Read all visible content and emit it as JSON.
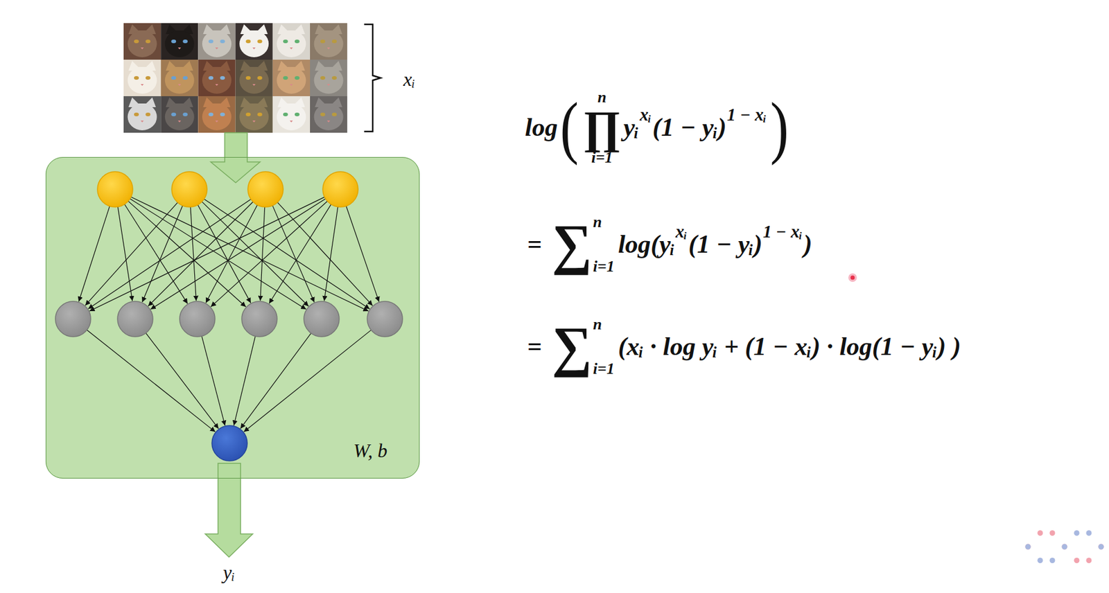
{
  "diagram": {
    "nodes": [
      {
        "text": [
          "W, b"
        ]
      }
    ],
    "edges": [],
    "labels": [
      "xᵢ",
      "yᵢ",
      "log",
      "(",
      "∏",
      "n",
      "i=1",
      "yᵢ",
      "xᵢ",
      "(1 − yᵢ)",
      "1 − xᵢ",
      ")",
      "=",
      "∑",
      "n",
      "i=1",
      "log(yᵢ",
      "xᵢ",
      "(1 − yᵢ)",
      "1 − xᵢ",
      ")",
      "=",
      "∑",
      "n",
      "i=1",
      "(xᵢ · log yᵢ + (1 − xᵢ) · log(1 − yᵢ) )"
    ]
  }
}
